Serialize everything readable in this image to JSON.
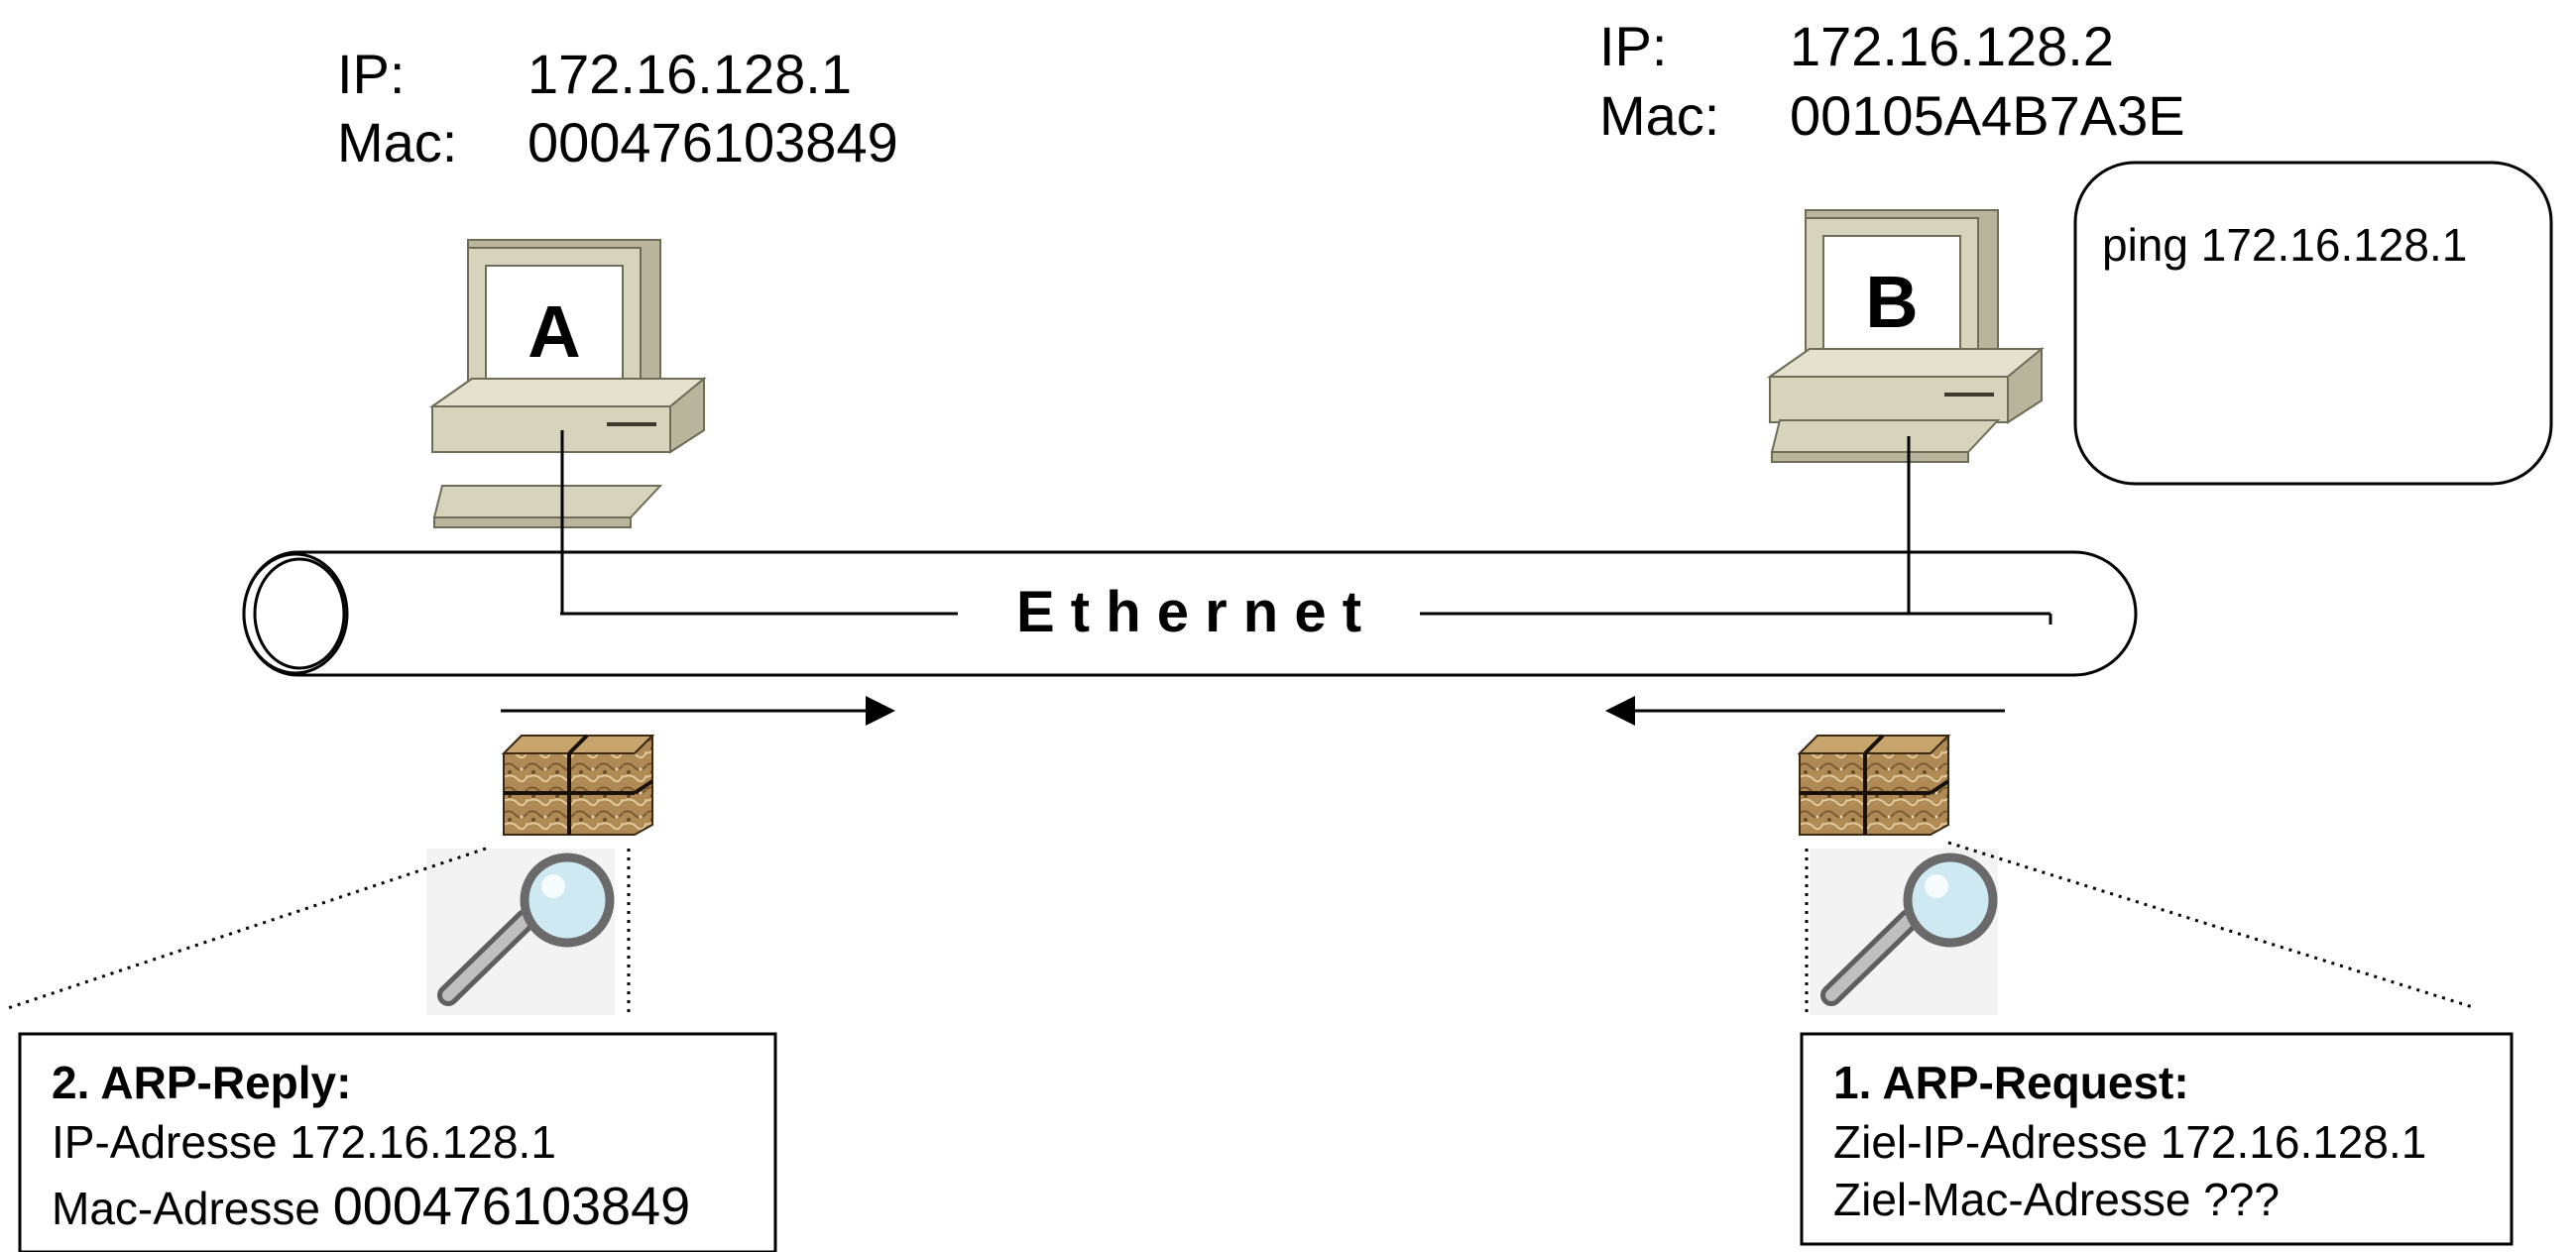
{
  "host_a": {
    "letter": "A",
    "ip_label": "IP:",
    "ip_value": "172.16.128.1",
    "mac_label": "Mac:",
    "mac_value": "000476103849"
  },
  "host_b": {
    "letter": "B",
    "ip_label": "IP:",
    "ip_value": "172.16.128.2",
    "mac_label": "Mac:",
    "mac_value": "00105A4B7A3E"
  },
  "command_box": {
    "text": "ping 172.16.128.1"
  },
  "network": {
    "label": "E t h e r n e t"
  },
  "reply_box": {
    "title": "2. ARP-Reply:",
    "line1": "IP-Adresse 172.16.128.1",
    "line2_prefix": "Mac-Adresse ",
    "line2_value": "000476103849"
  },
  "request_box": {
    "title": "1. ARP-Request:",
    "line1": "Ziel-IP-Adresse 172.16.128.1",
    "line2": "Ziel-Mac-Adresse ???"
  },
  "colors": {
    "computer_body": "#d7d4bd",
    "computer_shade": "#b9b59c",
    "computer_dark": "#8e8b72",
    "package": "#b08a55",
    "lens": "#cfe9f2"
  }
}
